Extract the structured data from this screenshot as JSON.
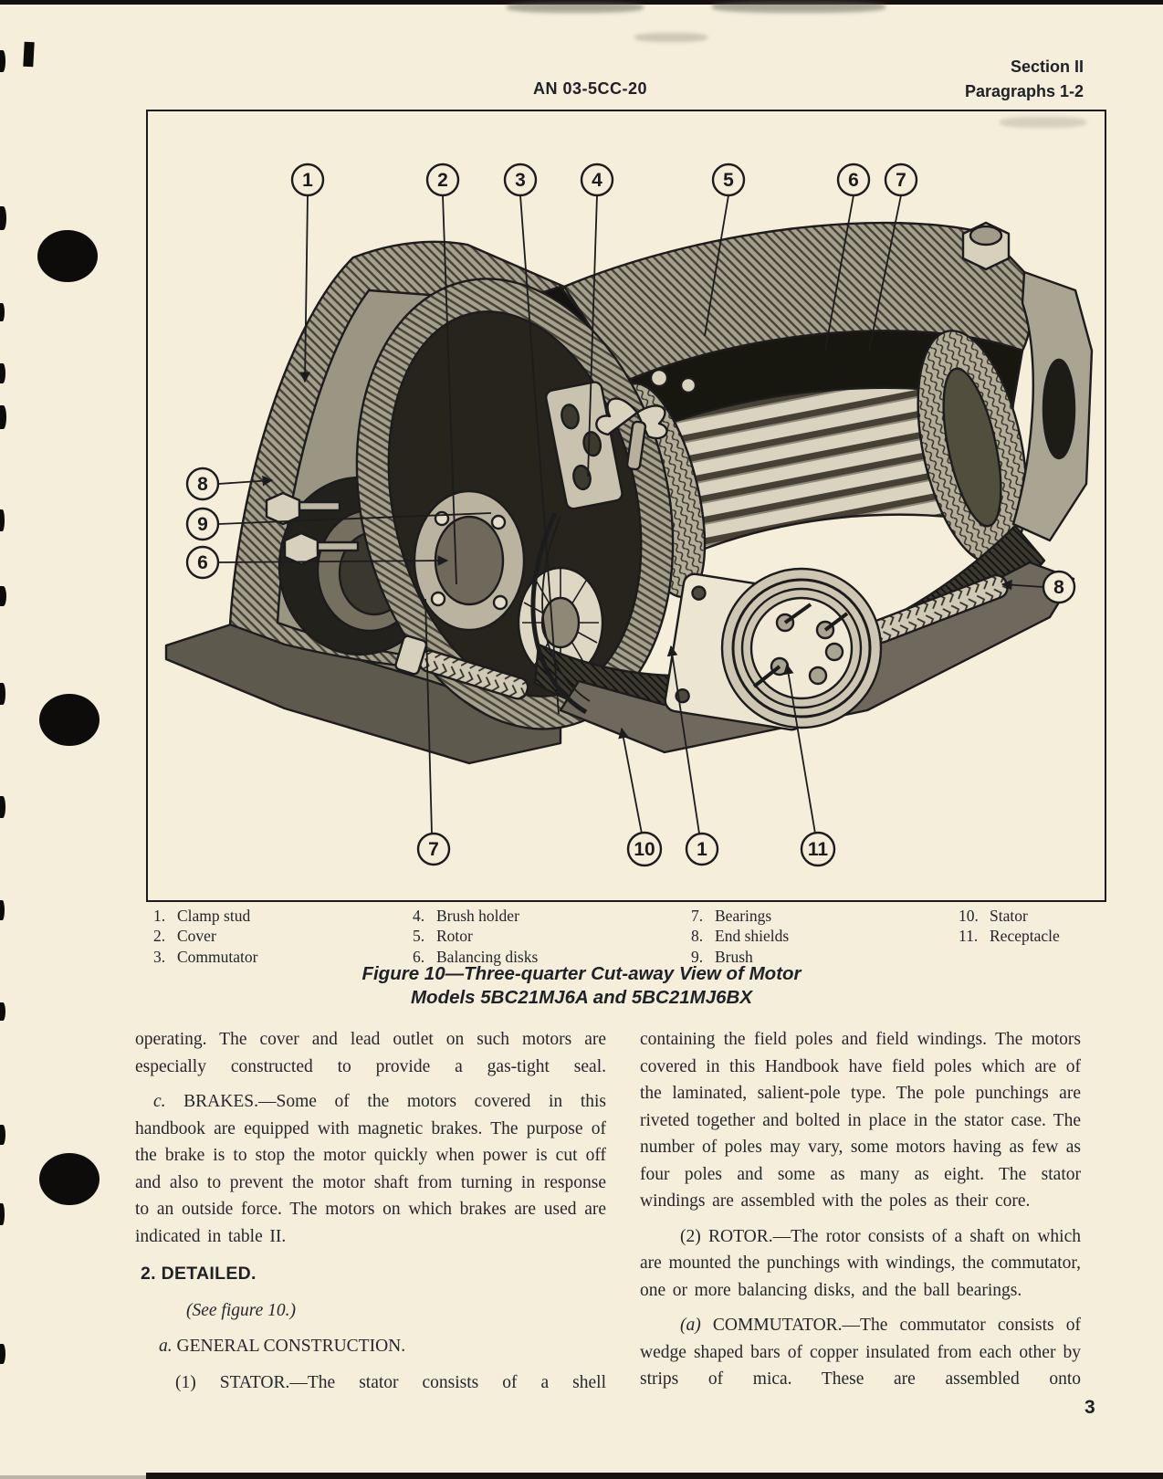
{
  "colors": {
    "paper": "#f4eedb",
    "ink": "#1c1c1c",
    "text": "#24272b"
  },
  "header": {
    "doc_number": "AN 03-5CC-20",
    "section_line1": "Section II",
    "section_line2": "Paragraphs 1-2"
  },
  "figure": {
    "callouts": {
      "top": [
        "1",
        "2",
        "3",
        "4",
        "5",
        "6",
        "7"
      ],
      "left": [
        "8",
        "9",
        "6"
      ],
      "right": [
        "8"
      ],
      "bottom": [
        "7",
        "10",
        "1",
        "11"
      ]
    },
    "legend_columns": [
      [
        {
          "n": "1.",
          "label": "Clamp stud"
        },
        {
          "n": "2.",
          "label": "Cover"
        },
        {
          "n": "3.",
          "label": "Commutator"
        }
      ],
      [
        {
          "n": "4.",
          "label": "Brush holder"
        },
        {
          "n": "5.",
          "label": "Rotor"
        },
        {
          "n": "6.",
          "label": "Balancing disks"
        }
      ],
      [
        {
          "n": "7.",
          "label": "Bearings"
        },
        {
          "n": "8.",
          "label": "End shields"
        },
        {
          "n": "9.",
          "label": "Brush"
        }
      ],
      [
        {
          "n": "10.",
          "label": "Stator"
        },
        {
          "n": "11.",
          "label": "Receptacle"
        }
      ]
    ],
    "caption_line1": "Figure 10—Three-quarter Cut-away View of Motor",
    "caption_line2": "Models 5BC21MJ6A and 5BC21MJ6BX"
  },
  "body": {
    "left_column": {
      "p1": "operating. The cover and lead outlet on such motors are especially constructed to provide a gas-tight seal.",
      "p2_lead": "c.",
      "p2_rest": " BRAKES.—Some of the motors covered in this handbook are equipped with magnetic brakes. The purpose of the brake is to stop the motor quickly when power is cut off and also to prevent the motor shaft from turning in response to an outside force. The motors on which brakes are used are indicated in table II.",
      "heading": "2. DETAILED.",
      "see_note": "(See figure 10.)",
      "sub_lead": "a.",
      "sub_rest": " GENERAL CONSTRUCTION.",
      "p3": "(1) STATOR.—The stator consists of a shell"
    },
    "right_column": {
      "p1": "containing the field poles and field windings. The motors covered in this Handbook have field poles which are of the laminated, salient-pole type. The pole punchings are riveted together and bolted in place in the stator case. The number of poles may vary, some motors having as few as four poles and some as many as eight. The stator windings are assembled with the poles as their core.",
      "p2": "(2) ROTOR.—The rotor consists of a shaft on which are mounted the punchings with windings, the commutator, one or more balancing disks, and the ball bearings.",
      "p3_lead": "(a)",
      "p3_rest": " COMMUTATOR.—The commutator consists of wedge shaped bars of copper insulated from each other by strips of mica. These are assembled onto"
    }
  },
  "footer": {
    "page_number": "3"
  }
}
